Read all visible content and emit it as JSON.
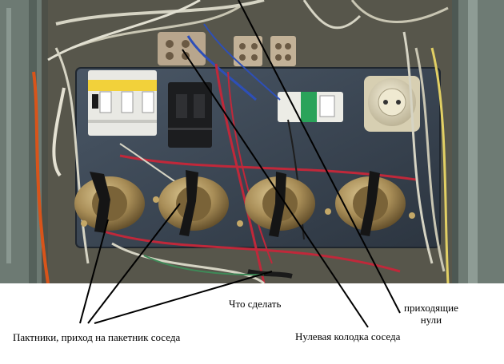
{
  "labels": {
    "what_to_do": "Что сделать",
    "packet_switches": "Пактники, приход на пакетник соседа",
    "zero_block": "Нулевая колодка соседа",
    "incoming_zeros_line1": "приходящие",
    "incoming_zeros_line2": "нули"
  },
  "colors": {
    "panel": "#3a4654",
    "breaker_white": "#e9e9e4",
    "switch_brass": "#a88d57",
    "wire_red": "#c0283a",
    "wire_white": "#d6d4c4",
    "wire_blue": "#2d4fb8",
    "wire_orange": "#d8541a",
    "cabinet_grey": "#6d7a73"
  }
}
